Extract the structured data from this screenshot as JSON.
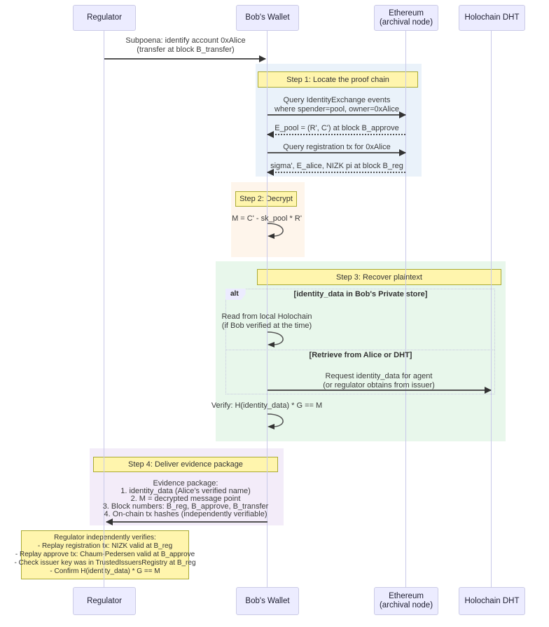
{
  "participants": [
    {
      "id": "regulator",
      "label": "Regulator"
    },
    {
      "id": "bobs-wallet",
      "label": "Bob's Wallet"
    },
    {
      "id": "ethereum",
      "label": "Ethereum",
      "sublabel": "(archival node)"
    },
    {
      "id": "holochain-dht",
      "label": "Holochain DHT"
    }
  ],
  "steps": {
    "step1": "Step 1: Locate the proof chain",
    "step2": "Step 2: Decrypt",
    "step3": "Step 3: Recover plaintext",
    "step4": "Step 4: Deliver evidence package"
  },
  "messages": {
    "subpoena": {
      "line1": "Subpoena: identify account 0xAlice",
      "line2": "(transfer at block B_transfer)"
    },
    "query_events": {
      "line1": "Query IdentityExchange events",
      "line2": "where spender=pool, owner=0xAlice"
    },
    "epool_return": "E_pool = (R', C') at block B_approve",
    "query_registration": "Query registration tx for 0xAlice",
    "sigma_return": "sigma', E_alice, NIZK pi at block B_reg",
    "decrypt_self": "M = C' - sk_pool * R'",
    "read_local": {
      "line1": "Read from local Holochain",
      "line2": "(if Bob verified at the time)"
    },
    "request_identity": {
      "line1": "Request identity_data for agent",
      "line2": "(or regulator obtains from issuer)"
    },
    "verify_self": "Verify: H(identity_data) * G == M",
    "evidence": {
      "line1": "Evidence package:",
      "line2": "1. identity_data (Alice's verified name)",
      "line3": "2. M = decrypted message point",
      "line4": "3. Block numbers: B_reg, B_approve, B_transfer",
      "line5": "4. On-chain tx hashes (independently verifiable)"
    }
  },
  "alt": {
    "label": "alt",
    "case1": "[identity_data in Bob's Private store]",
    "case2": "[Retrieve from Alice or DHT]"
  },
  "note": {
    "line1": "Regulator independently verifies:",
    "line2": "- Replay registration tx: NIZK valid at B_reg",
    "line3": "- Replay approve tx: Chaum-Pedersen valid at B_approve",
    "line4": "- Check issuer key was in TrustedIssuersRegistry at B_reg",
    "line5": "- Confirm H(identity_data) * G == M"
  },
  "colors": {
    "participant_fill": "#ECECFF",
    "participant_border": "#CBCBE6",
    "note_fill": "#FFF5AD",
    "note_border": "#AAAA33",
    "step1_bg": "#EAF2FA",
    "step2_bg": "#FEF5EB",
    "step3_bg": "#E8F7EB",
    "step4_bg": "#F3ECF9",
    "arrow": "#545454",
    "lifeline": "#C9C9E9"
  }
}
